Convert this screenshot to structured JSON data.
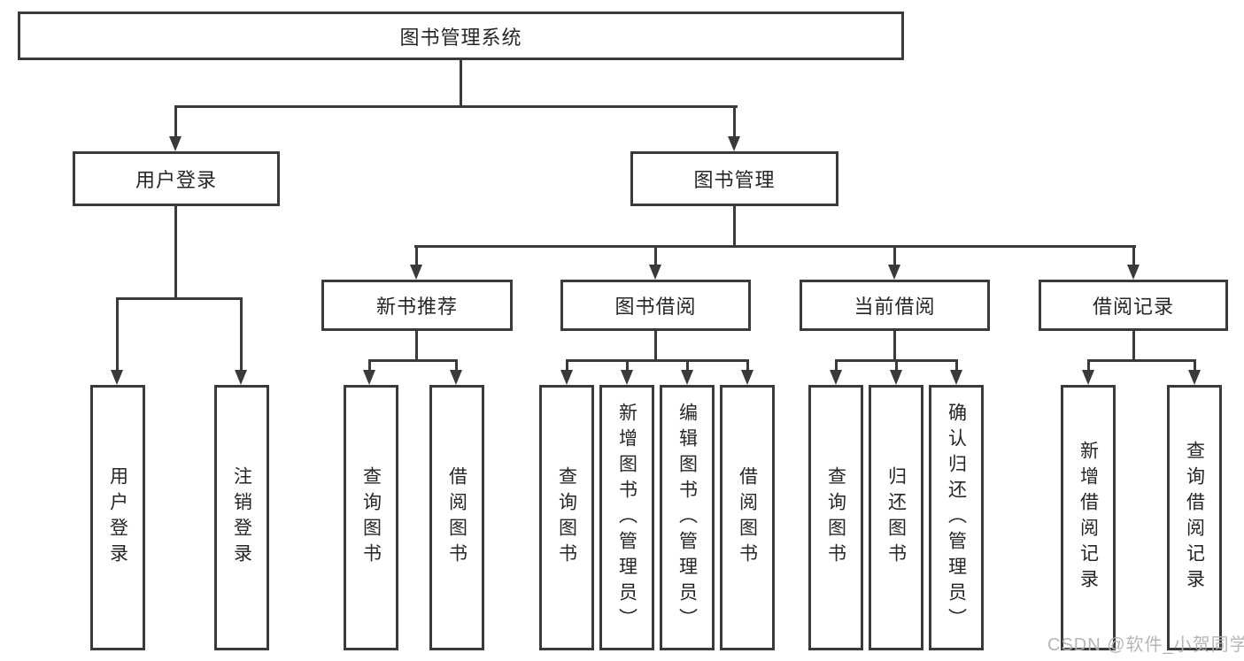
{
  "diagram": {
    "root": "图书管理系统",
    "login": {
      "label": "用户登录",
      "children": [
        "用户登录",
        "注销登录"
      ]
    },
    "manage": {
      "label": "图书管理",
      "groups": [
        {
          "label": "新书推荐",
          "children": [
            "查询图书",
            "借阅图书"
          ]
        },
        {
          "label": "图书借阅",
          "children": [
            "查询图书",
            "新增图书（管理员）",
            "编辑图书（管理员）",
            "借阅图书"
          ]
        },
        {
          "label": "当前借阅",
          "children": [
            "查询图书",
            "归还图书",
            "确认归还（管理员）"
          ]
        },
        {
          "label": "借阅记录",
          "children": [
            "新增借阅记录",
            "查询借阅记录"
          ]
        }
      ]
    }
  },
  "watermark": {
    "text": "CSDN @软件_小贺同学"
  },
  "colors": {
    "line": "#3a3a3a",
    "box_border": "#3a3a3a",
    "text": "#262626",
    "background": "#ffffff",
    "watermark": "#b2b2b2"
  }
}
